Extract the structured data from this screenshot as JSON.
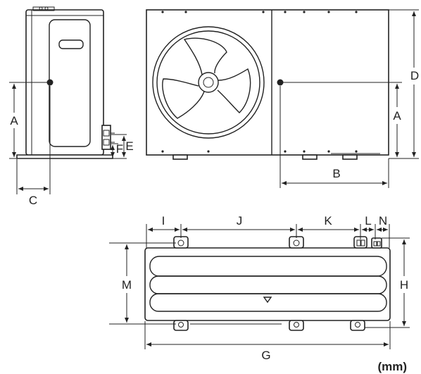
{
  "labels": {
    "A": "A",
    "B": "B",
    "C": "C",
    "D": "D",
    "E": "E",
    "F": "F",
    "G": "G",
    "H": "H",
    "I": "I",
    "J": "J",
    "K": "K",
    "L": "L",
    "M": "M",
    "N": "N"
  },
  "unit": "(mm)"
}
